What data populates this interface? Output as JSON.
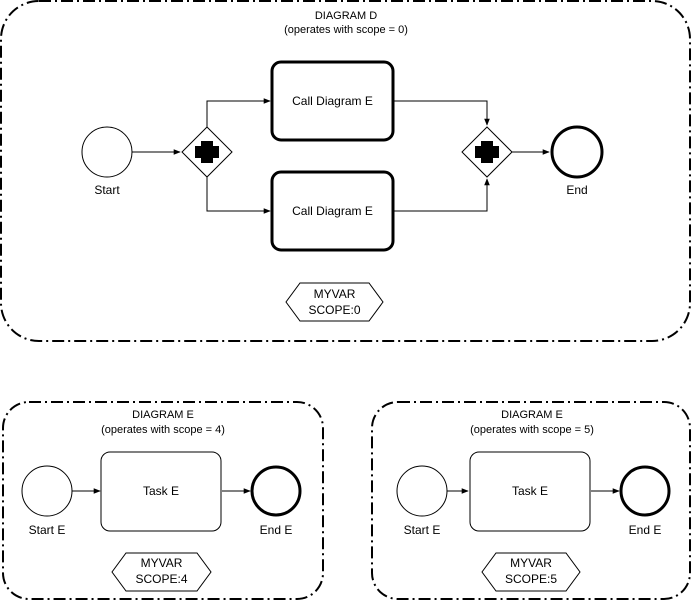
{
  "diagram_d": {
    "title": "DIAGRAM D",
    "subtitle": "(operates with scope = 0)",
    "start_label": "Start",
    "end_label": "End",
    "call_top": "Call Diagram E",
    "call_bottom": "Call Diagram E",
    "var_name": "MYVAR",
    "var_scope": "SCOPE:0"
  },
  "diagram_e1": {
    "title": "DIAGRAM E",
    "subtitle": "(operates with scope = 4)",
    "start_label": "Start E",
    "task_label": "Task E",
    "end_label": "End E",
    "var_name": "MYVAR",
    "var_scope": "SCOPE:4"
  },
  "diagram_e2": {
    "title": "DIAGRAM E",
    "subtitle": "(operates with scope = 5)",
    "start_label": "Start E",
    "task_label": "Task E",
    "end_label": "End E",
    "var_name": "MYVAR",
    "var_scope": "SCOPE:5"
  },
  "colors": {
    "stroke": "#000000",
    "fill": "#ffffff"
  }
}
